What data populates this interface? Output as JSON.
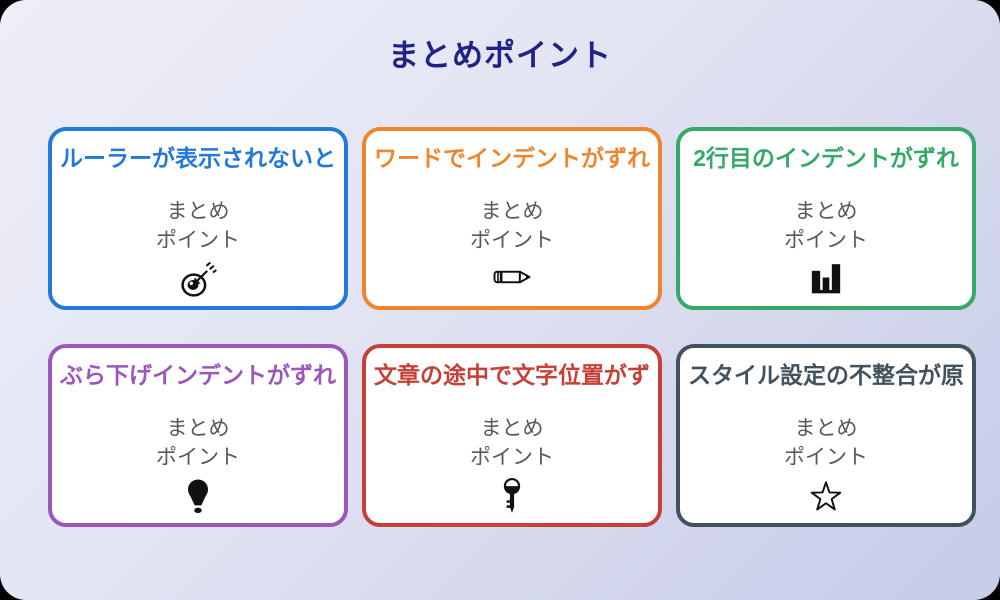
{
  "page": {
    "title": "まとめポイント",
    "title_color": "#1f2287",
    "background_top_color": "#eeeef9",
    "background_bottom_color": "#c6cbe7"
  },
  "cards": [
    {
      "title": "ルーラーが表示されないと",
      "color": "#2379d8",
      "body1": "まとめ",
      "body2": "ポイント",
      "icon": "target-icon"
    },
    {
      "title": "ワードでインデントがずれ",
      "color": "#ee8630",
      "body1": "まとめ",
      "body2": "ポイント",
      "icon": "pencil-icon"
    },
    {
      "title": "2行目のインデントがずれ",
      "color": "#36a96a",
      "body1": "まとめ",
      "body2": "ポイント",
      "icon": "bar-chart-icon"
    },
    {
      "title": "ぶら下げインデントがずれ",
      "color": "#9c57bd",
      "body1": "まとめ",
      "body2": "ポイント",
      "icon": "lightbulb-icon"
    },
    {
      "title": "文章の途中で文字位置がず",
      "color": "#c74038",
      "body1": "まとめ",
      "body2": "ポイント",
      "icon": "key-icon"
    },
    {
      "title": "スタイル設定の不整合が原",
      "color": "#42515e",
      "body1": "まとめ",
      "body2": "ポイント",
      "icon": "star-icon"
    }
  ]
}
